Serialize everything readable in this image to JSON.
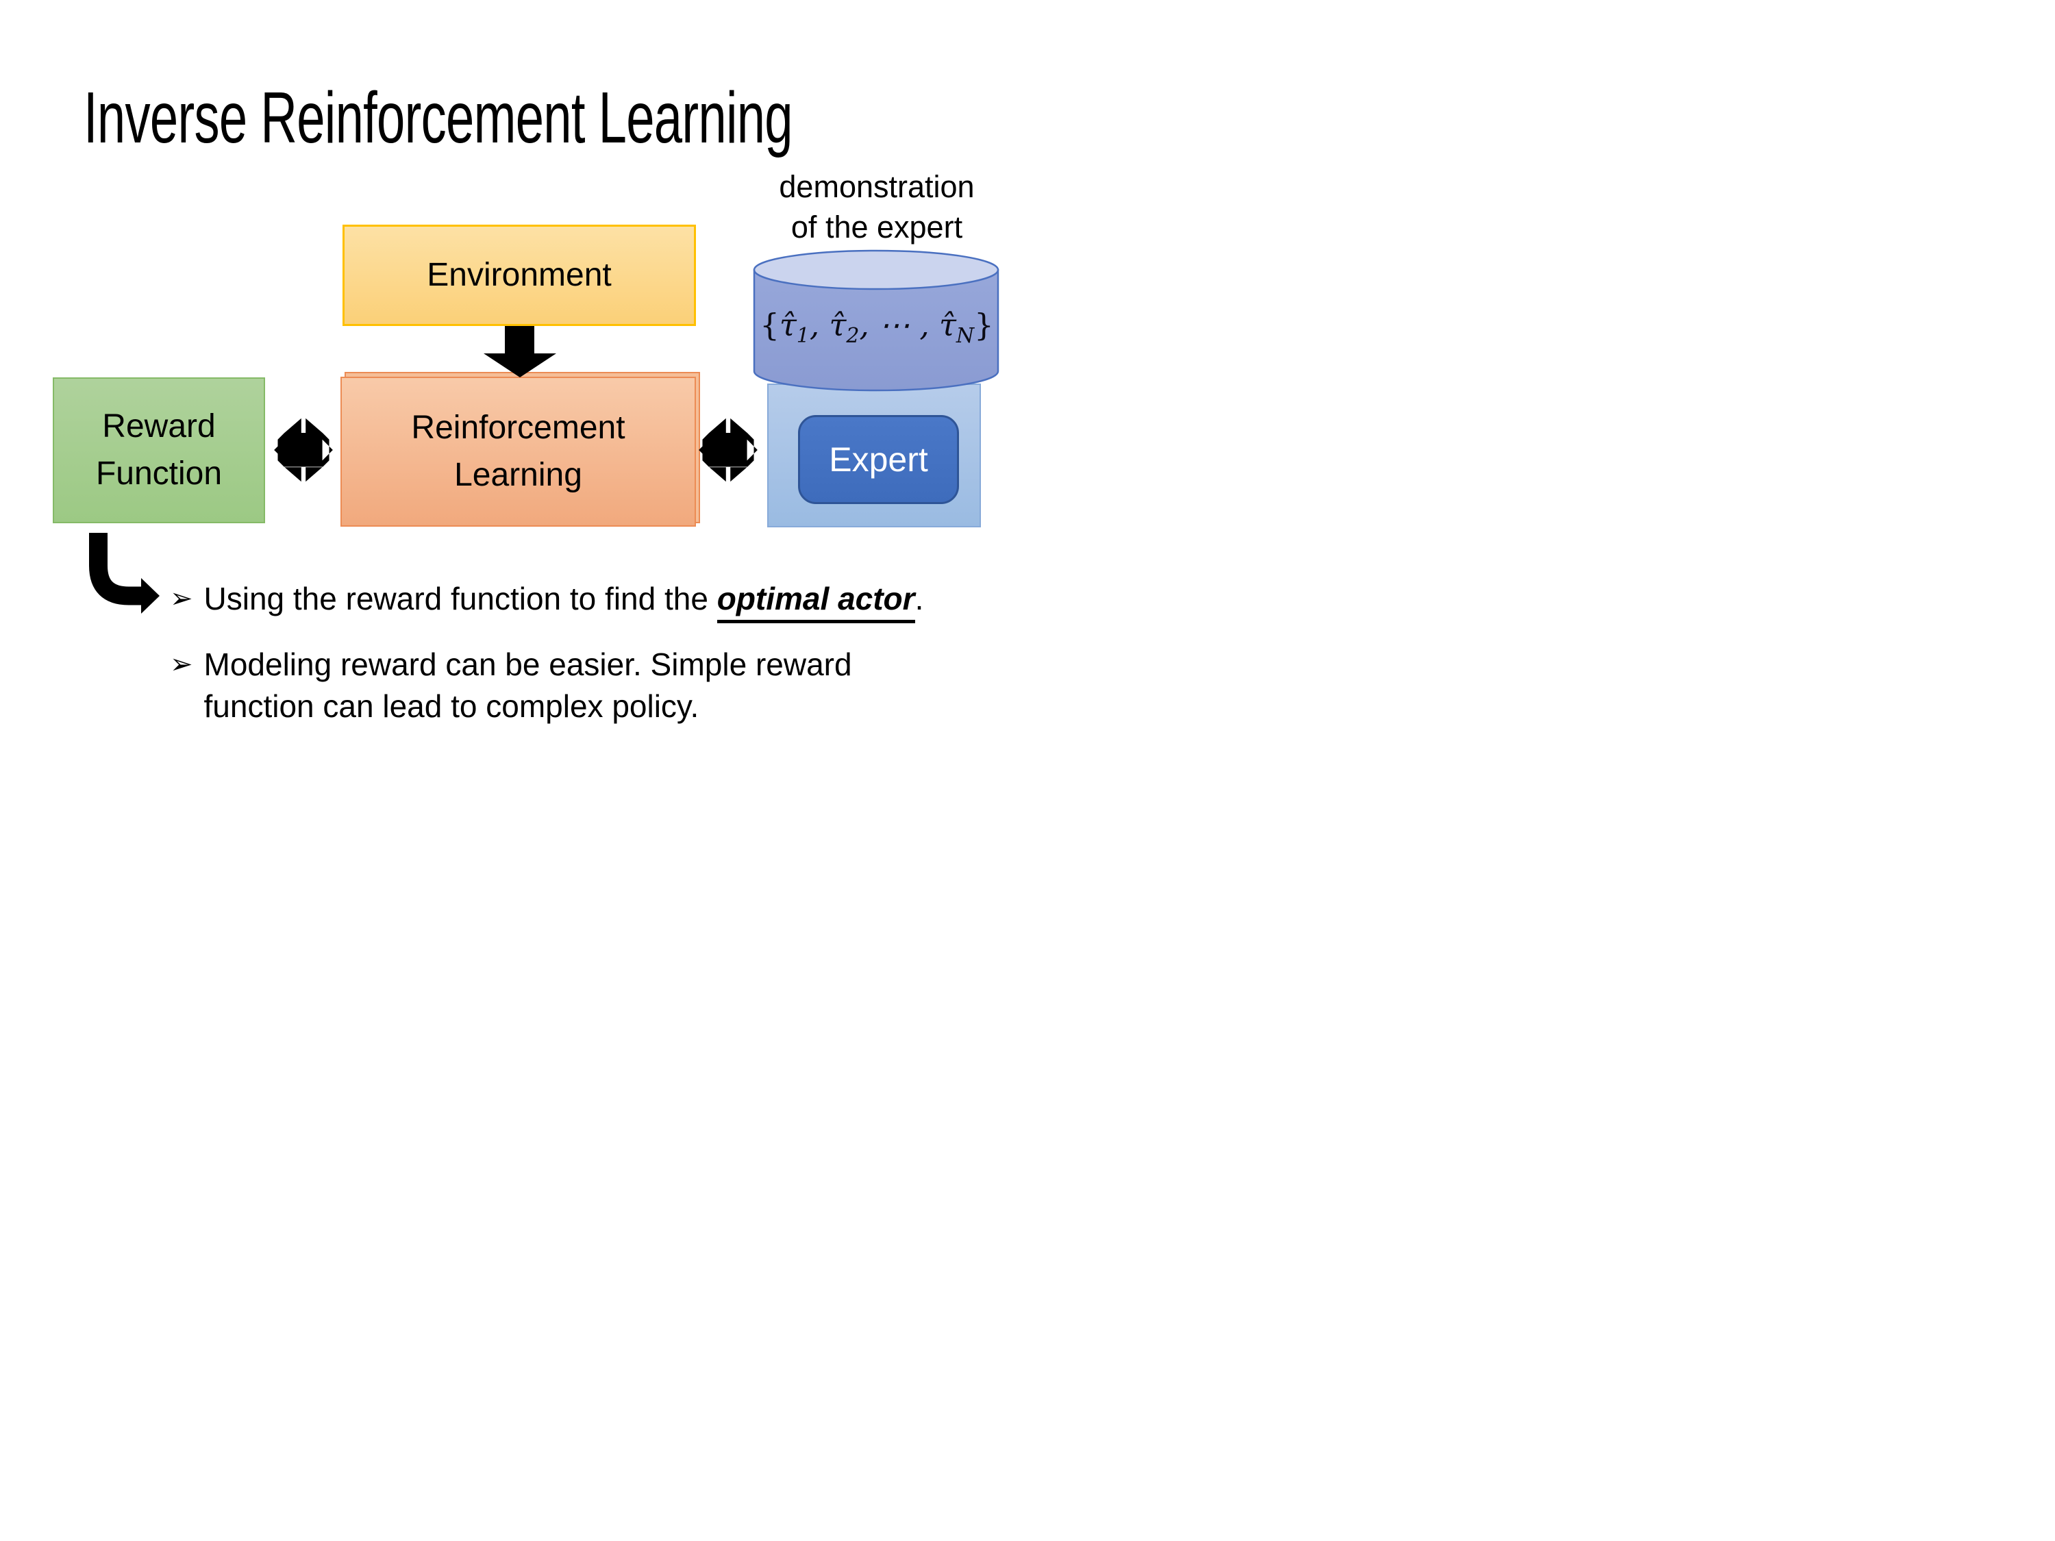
{
  "slide": {
    "title": "Inverse Reinforcement Learning",
    "demo_label": {
      "line1": "demonstration",
      "line2": "of the expert"
    },
    "boxes": {
      "environment": {
        "label": "Environment"
      },
      "reward": {
        "line1": "Reward",
        "line2": "Function"
      },
      "rl": {
        "line1": "Reinforcement",
        "line2": "Learning"
      },
      "expert": {
        "label": "Expert"
      }
    },
    "formula": {
      "open": "{",
      "tau1": "τ̂",
      "sub1": "1",
      "comma1": ", ",
      "tau2": "τ̂",
      "sub2": "2",
      "comma2": ", ",
      "dots": "⋯",
      "comma3": " , ",
      "tauN": "τ̂",
      "subN": "N",
      "close": "}"
    },
    "bullets": {
      "marker": "➢",
      "b1": {
        "prefix": "Using the reward function to find the ",
        "emphasis": "optimal actor",
        "suffix": "."
      },
      "b2": {
        "line1": "Modeling reward can be easier. Simple reward",
        "line2": "function can lead to complex policy."
      }
    },
    "colors": {
      "environment_fill_top": "#FDE1A5",
      "environment_fill_bottom": "#FBD078",
      "environment_border": "#FFC000",
      "reward_fill_top": "#AFD29C",
      "reward_fill_bottom": "#9CC984",
      "reward_border": "#85BA67",
      "rl_fill_top": "#F8CAA9",
      "rl_fill_bottom": "#F1A97D",
      "rl_border": "#EC8C55",
      "expert_fill": "#4472C4",
      "expert_border": "#2F5597",
      "expert_text": "#FFFFFF",
      "container_fill_top": "#B6CCEA",
      "container_fill_bottom": "#9ABBE2",
      "container_border": "#87AAD9",
      "cylinder_body_fill": "#93A3D8",
      "cylinder_top_fill": "#CBD4EE",
      "cylinder_border": "#4A70C0",
      "arrow_color": "#000000",
      "text_color": "#000000"
    }
  }
}
